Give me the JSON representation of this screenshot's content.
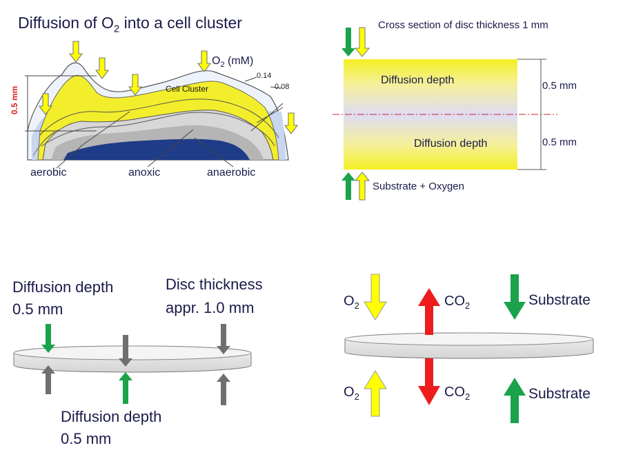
{
  "colors": {
    "navy_text": "#1a1a4a",
    "yellow_arrow": "#ffff00",
    "yellow_fill": "#f3ee2c",
    "green_arrow": "#1aa34a",
    "grey_arrow": "#6f6f6f",
    "red_arrow": "#ee1c1c",
    "core_blue": "#1f3c88",
    "scale_red": "#d81e1e",
    "midline_red": "#cc2222"
  },
  "panel1": {
    "title_prefix": "Diffusion of O",
    "title_sub": "2",
    "title_suffix": " into a cell cluster",
    "o2_label": "O",
    "o2_sub": "2",
    "o2_unit": " (mM)",
    "contour_014": "0.14",
    "contour_008": "0.08",
    "cell_cluster": "Cell Cluster",
    "scale": "0.5 mm",
    "aerobic": "aerobic",
    "anoxic": "anoxic",
    "anaerobic": "anaerobic"
  },
  "panel2": {
    "title": "Cross section of disc thickness 1 mm",
    "depth_top": "Diffusion depth",
    "depth_bottom": "Diffusion depth",
    "dim_top": "0.5 mm",
    "dim_bottom": "0.5 mm",
    "substrate": "Substrate + Oxygen"
  },
  "panel3": {
    "depth_label_top_1": "Diffusion depth",
    "depth_label_top_2": "0.5 mm",
    "thickness_1": "Disc thickness",
    "thickness_2": "appr. 1.0 mm",
    "depth_label_bottom_1": "Diffusion depth",
    "depth_label_bottom_2": "0.5 mm"
  },
  "panel4": {
    "o2_top": "O",
    "o2_top_sub": "2",
    "co2_top": "CO",
    "co2_top_sub": "2",
    "substrate_top": "Substrate",
    "o2_bottom": "O",
    "o2_bottom_sub": "2",
    "co2_bottom": "CO",
    "co2_bottom_sub": "2",
    "substrate_bottom": "Substrate"
  }
}
